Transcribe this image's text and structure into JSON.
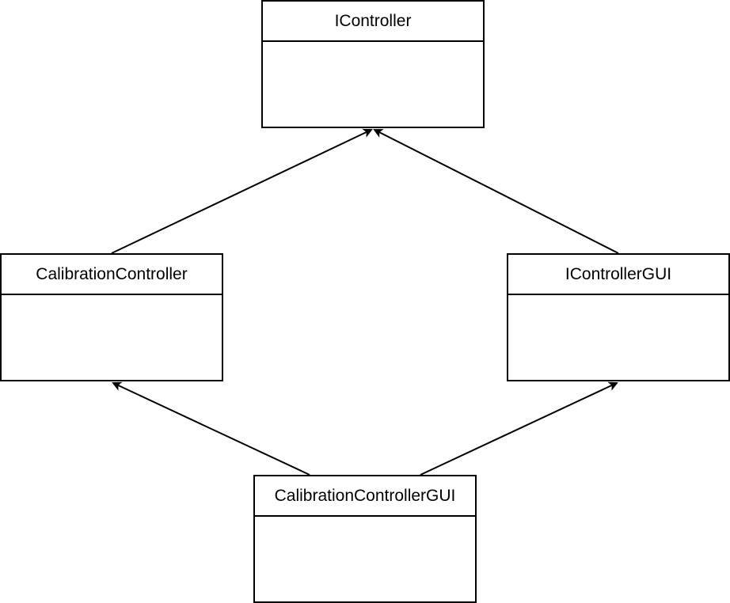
{
  "diagram": {
    "classes": [
      {
        "id": "icontroller",
        "name": "IController"
      },
      {
        "id": "calibration_controller",
        "name": "CalibrationController"
      },
      {
        "id": "icontroller_gui",
        "name": "IControllerGUI"
      },
      {
        "id": "calibration_controller_gui",
        "name": "CalibrationControllerGUI"
      }
    ],
    "relations": [
      {
        "from": "calibration_controller",
        "to": "icontroller",
        "type": "inheritance"
      },
      {
        "from": "icontroller_gui",
        "to": "icontroller",
        "type": "inheritance"
      },
      {
        "from": "calibration_controller_gui",
        "to": "calibration_controller",
        "type": "inheritance"
      },
      {
        "from": "calibration_controller_gui",
        "to": "icontroller_gui",
        "type": "inheritance"
      }
    ],
    "colors": {
      "stroke": "#000000",
      "fill": "#ffffff"
    }
  }
}
